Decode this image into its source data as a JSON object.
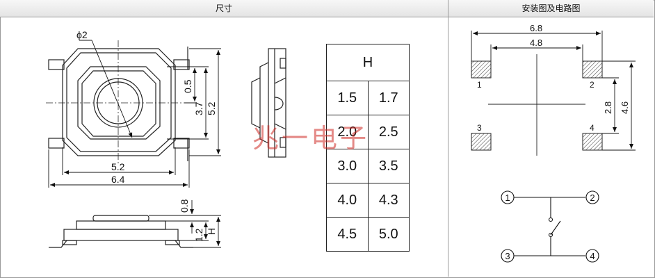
{
  "headers": {
    "dimensions": "尺寸",
    "install": "安装图及电路图"
  },
  "dims": {
    "phi": "ϕ2",
    "d05": "0.5",
    "d37": "3.7",
    "d52v": "5.2",
    "d52h": "5.2",
    "d64": "6.4",
    "d08": "0.8",
    "d12": "1.2",
    "H": "H"
  },
  "table": {
    "header": "H",
    "rows": [
      [
        "1.5",
        "1.7"
      ],
      [
        "2.0",
        "2.5"
      ],
      [
        "3.0",
        "3.5"
      ],
      [
        "4.0",
        "4.3"
      ],
      [
        "4.5",
        "5.0"
      ]
    ]
  },
  "watermark": "兆一电子",
  "install": {
    "d68": "6.8",
    "d48": "4.8",
    "d28": "2.8",
    "d46": "4.6",
    "pads": [
      "1",
      "2",
      "3",
      "4"
    ]
  },
  "circuit": {
    "terminals": [
      "1",
      "2",
      "3",
      "4"
    ]
  }
}
